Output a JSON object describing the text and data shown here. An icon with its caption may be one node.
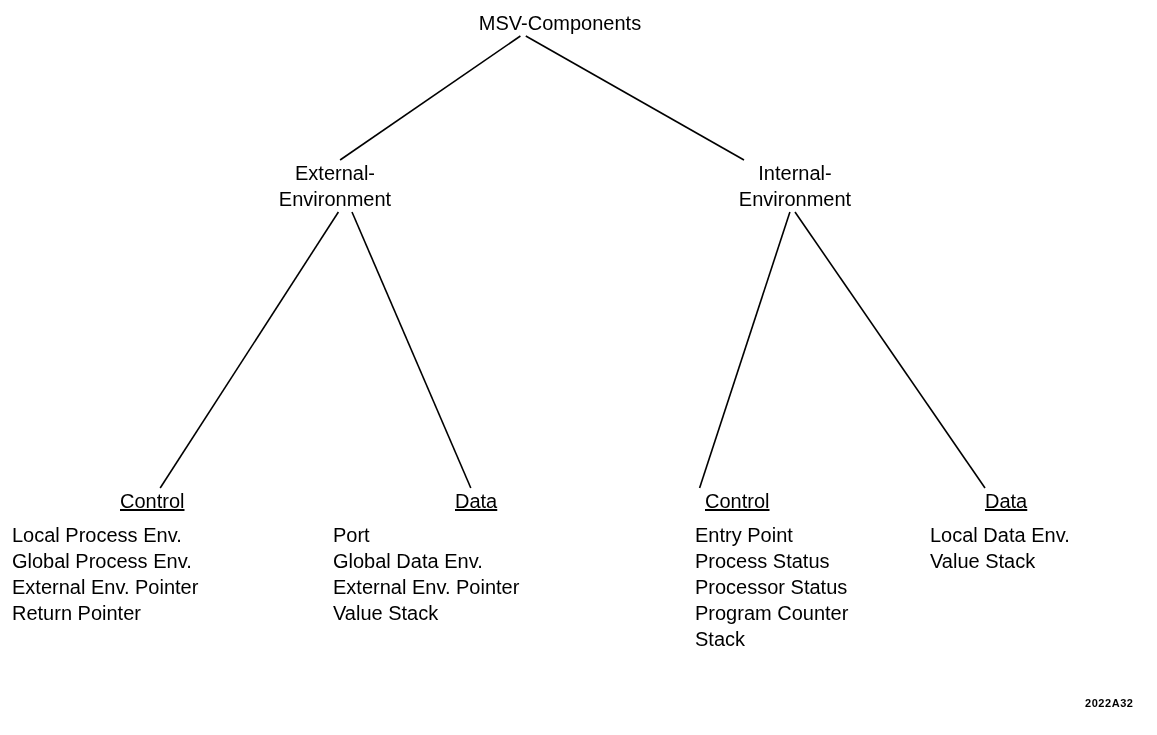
{
  "diagram": {
    "nodes": [
      {
        "text": [
          "MSV-Components"
        ]
      },
      {
        "text": [
          "External- Environment"
        ]
      },
      {
        "text": [
          "Internal- Environment"
        ]
      },
      {
        "text": [
          "Control",
          "Local Process Env.",
          "Global Process Env.",
          "External Env. Pointer",
          "Return Pointer"
        ]
      },
      {
        "text": [
          "Data",
          "Port",
          "Global Data Env.",
          "External Env. Pointer",
          "Value Stack"
        ]
      },
      {
        "text": [
          "Control",
          "Entry Point",
          "Process Status",
          "Processor Status",
          "Program Counter",
          "Stack"
        ]
      },
      {
        "text": [
          "Data",
          "Local Data Env.",
          "Value Stack"
        ]
      }
    ],
    "edges": [
      {
        "from": 0,
        "to": 1,
        "arrow": "none"
      },
      {
        "from": 0,
        "to": 2,
        "arrow": "none"
      },
      {
        "from": 1,
        "to": 3,
        "arrow": "none"
      },
      {
        "from": 1,
        "to": 4,
        "arrow": "none"
      },
      {
        "from": 2,
        "to": 5,
        "arrow": "none"
      },
      {
        "from": 2,
        "to": 6,
        "arrow": "none"
      }
    ],
    "labels": [
      "2022A32"
    ]
  }
}
